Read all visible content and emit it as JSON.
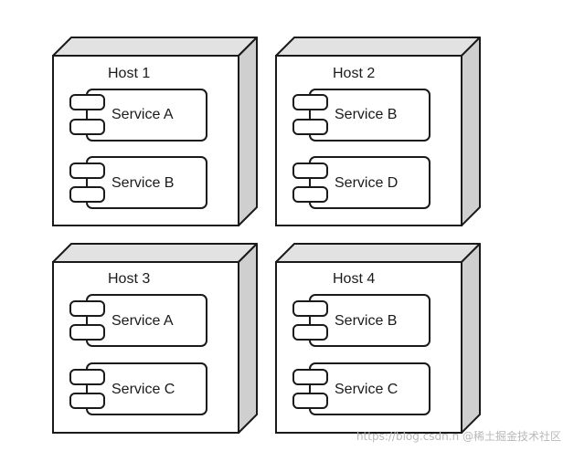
{
  "diagram": {
    "nodes": [
      {
        "title": "Host 1",
        "services": [
          "Service A",
          "Service B"
        ]
      },
      {
        "title": "Host 2",
        "services": [
          "Service B",
          "Service D"
        ]
      },
      {
        "title": "Host 3",
        "services": [
          "Service A",
          "Service C"
        ]
      },
      {
        "title": "Host 4",
        "services": [
          "Service B",
          "Service C"
        ]
      }
    ]
  },
  "watermark": "https://blog.csdn.n @稀土掘金技术社区",
  "colors": {
    "stroke": "#1a1a1a",
    "node_front": "#ffffff",
    "node_top": "#e2e2e2",
    "node_side": "#cfcfcf",
    "component_fill": "#ffffff"
  }
}
